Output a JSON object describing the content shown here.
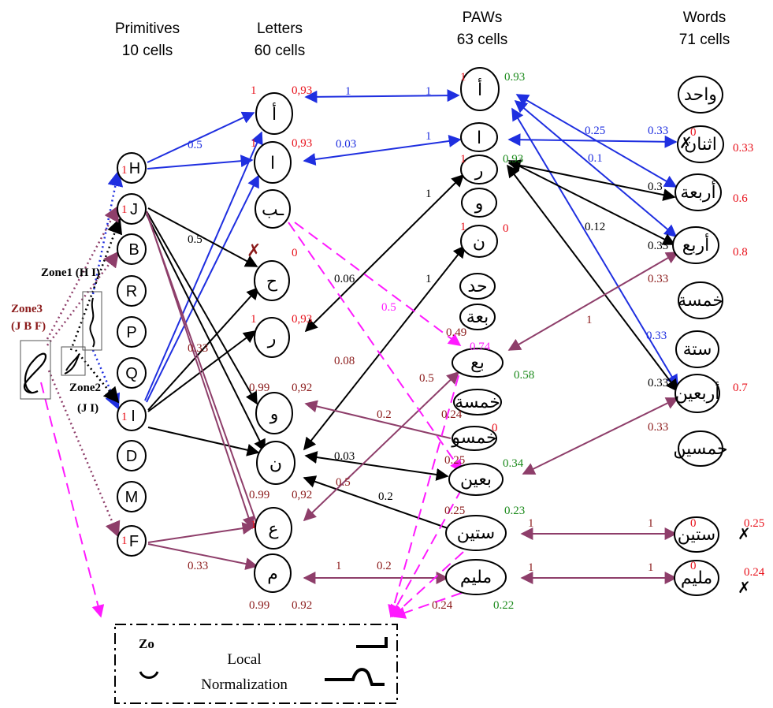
{
  "colors": {
    "red": "#e8101a",
    "green": "#1b8a1b",
    "blue": "#1f2fe0",
    "black": "#000000",
    "purple": "#8e3e6a",
    "magenta": "#ff1aff",
    "darkred": "#8b1a1a"
  },
  "headers": {
    "primitives": [
      "Primitives",
      "10 cells"
    ],
    "letters": [
      "Letters",
      "60 cells"
    ],
    "paws": [
      "PAWs",
      "63 cells"
    ],
    "words": [
      "Words",
      "71 cells"
    ]
  },
  "primitives": [
    "H",
    "J",
    "B",
    "R",
    "P",
    "Q",
    "I",
    "D",
    "M",
    "F"
  ],
  "letters": [
    "أ",
    "ا",
    "ـب",
    "ح",
    "ر",
    "و",
    "ن",
    "ع",
    "م"
  ],
  "paws": [
    "أ",
    "ا",
    "ر",
    "و",
    "ن",
    "حد",
    "بعة",
    "بع",
    "خمسة",
    "خمسو",
    "بعين",
    "ستين",
    "مليم"
  ],
  "words": [
    "واحد",
    "اثنان",
    "أربعة",
    "أربع",
    "خمسة",
    "ستة",
    "أربعين",
    "خمسين",
    "ستين",
    "مليم"
  ],
  "zones": {
    "zone1": "Zone1 (H I)",
    "zone2": "Zone2",
    "zone2b": "(J I)",
    "zone3": "Zone3",
    "zone3b": "(J B F)"
  },
  "local_normalization": {
    "line1": "Local",
    "line2": "Normalization",
    "zo": "Zo"
  },
  "labels": {
    "p_act": [
      "1",
      "1",
      "1",
      "1",
      "1",
      "1",
      "1",
      "1"
    ],
    "l_red_left": [
      "1",
      "1",
      "1",
      "1"
    ],
    "l_red_right": [
      "0,93",
      "0,93",
      "0",
      "0,93"
    ],
    "l_dr_left": [
      "0.99",
      "0.99",
      "0.99"
    ],
    "l_dr_right": [
      "0,92",
      "0,92",
      "0.92"
    ],
    "p_red": [
      "1",
      "1",
      "1"
    ],
    "p_red_zero": "0",
    "p_green": [
      "0.93",
      "0.93",
      "0.58",
      "0.34",
      "0.23",
      "0.22"
    ],
    "p_dr": [
      "0.49",
      "0.74",
      "0.24",
      "0",
      "0.25",
      "0.25",
      "0.24"
    ],
    "w_red": [
      "0",
      "0.33",
      "0.6",
      "0.8",
      "0.7",
      "0",
      "0.25",
      "0",
      "0.24"
    ],
    "edge_blue": [
      "0.5",
      "1",
      "1",
      "0.03",
      "1",
      "0.25",
      "0.33",
      "0.1",
      "0.33"
    ],
    "edge_black": [
      "0.5",
      "0.06",
      "1",
      "1",
      "0.12",
      "0.3",
      "0.33",
      "0.33",
      "0.03",
      "0.2"
    ],
    "edge_purple": [
      "0.33",
      "0.33",
      "0.5",
      "0.2",
      "0.5",
      "1",
      "0.33",
      "0.33",
      "1",
      "0.2",
      "1",
      "1",
      "1",
      "1"
    ],
    "edge_magenta": [
      "0.5",
      "0.08"
    ]
  }
}
